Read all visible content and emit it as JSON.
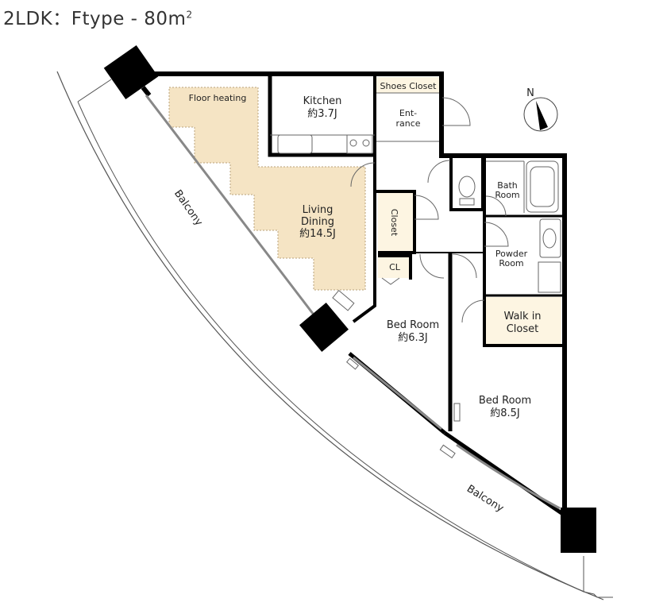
{
  "title": {
    "text": "2LDK：Ftype - 80m",
    "superscript": "2"
  },
  "colors": {
    "wall": "#000000",
    "floor_heating": "#f5e4c4",
    "closet_fill": "#fdf5e2",
    "line": "#555555"
  },
  "compass": {
    "label": "N"
  },
  "rooms": {
    "floor_heating": "Floor heating",
    "kitchen": {
      "name": "Kitchen",
      "size": "約3.7J"
    },
    "shoes_closet": "Shoes Closet",
    "entrance": {
      "line1": "Ent-",
      "line2": "rance"
    },
    "living": {
      "line1": "Living",
      "line2": "Dining",
      "size": "約14.5J"
    },
    "closet": "Closet",
    "cl": "CL",
    "bath": {
      "line1": "Bath",
      "line2": "Room"
    },
    "powder": {
      "line1": "Powder",
      "line2": "Room"
    },
    "wic": {
      "line1": "Walk in",
      "line2": "Closet"
    },
    "bed1": {
      "name": "Bed Room",
      "size": "約6.3J"
    },
    "bed2": {
      "name": "Bed Room",
      "size": "約8.5J"
    },
    "balcony_west": "Balcony",
    "balcony_south": "Balcony"
  }
}
